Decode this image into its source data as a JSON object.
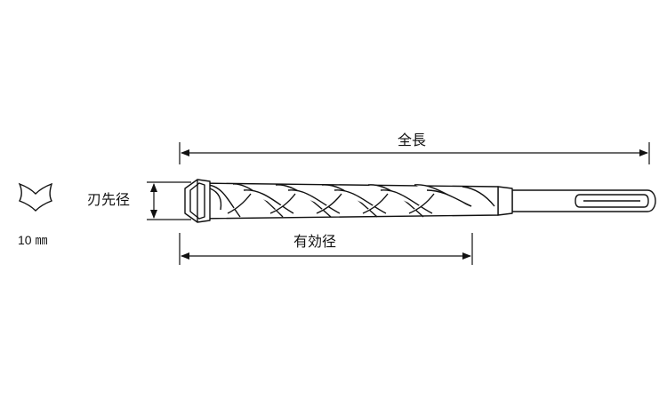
{
  "labels": {
    "overall_length": "全長",
    "cutting_diameter": "刃先径",
    "effective_length": "有効径",
    "shank_spec": "10 ㎜"
  },
  "colors": {
    "line": "#111111",
    "background": "#ffffff",
    "fill": "#ffffff"
  }
}
